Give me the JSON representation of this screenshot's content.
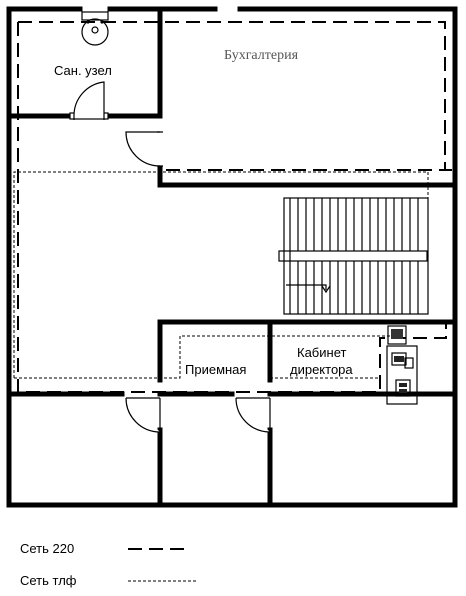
{
  "rooms": {
    "bathroom": "Сан. узел",
    "accounting": "Бухгалтерия",
    "reception": "Приемная",
    "director_line1": "Кабинет",
    "director_line2": "директора"
  },
  "legend": {
    "power_label": "Сеть 220",
    "phone_label": "Сеть тлф"
  },
  "icons": [
    "washbasin-icon",
    "staircase-icon",
    "office-equipment-icon"
  ]
}
